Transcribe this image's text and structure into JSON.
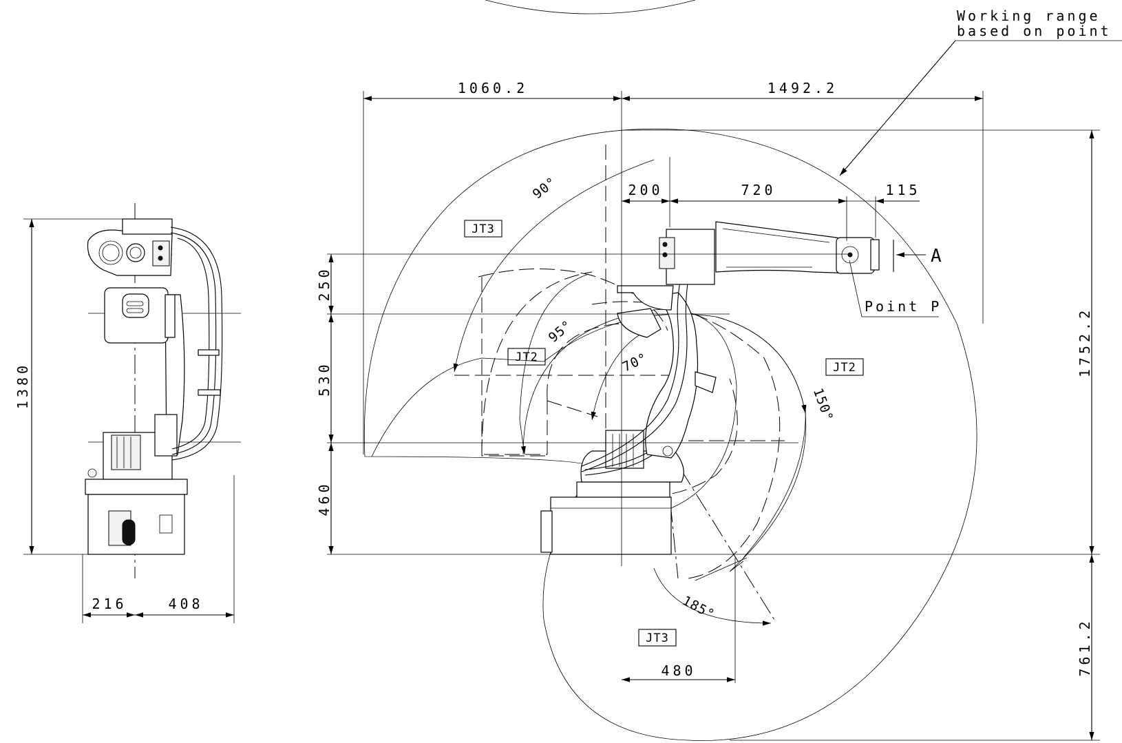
{
  "title_note": {
    "line1": "Working range",
    "line2": "based on point P"
  },
  "side_view": {
    "height": "1380",
    "width_left": "216",
    "width_right": "408"
  },
  "main_view": {
    "reach_rear": "1060.2",
    "reach_front": "1492.2",
    "offset_200": "200",
    "arm_720": "720",
    "wrist_115": "115",
    "height_250": "250",
    "height_530": "530",
    "height_460": "460",
    "total_height_up": "1752.2",
    "total_height_down": "761.2",
    "base_480": "480",
    "view_arrow": "A",
    "point_label": "Point P"
  },
  "angles": {
    "jt3_up": "90°",
    "jt2_back": "95°",
    "jt2_inner": "70°",
    "jt2_front": "150°",
    "jt3_down": "185°"
  },
  "axis_tags": {
    "jt3_upper": "JT3",
    "jt2_left": "JT2",
    "jt2_right": "JT2",
    "jt3_lower": "JT3"
  }
}
